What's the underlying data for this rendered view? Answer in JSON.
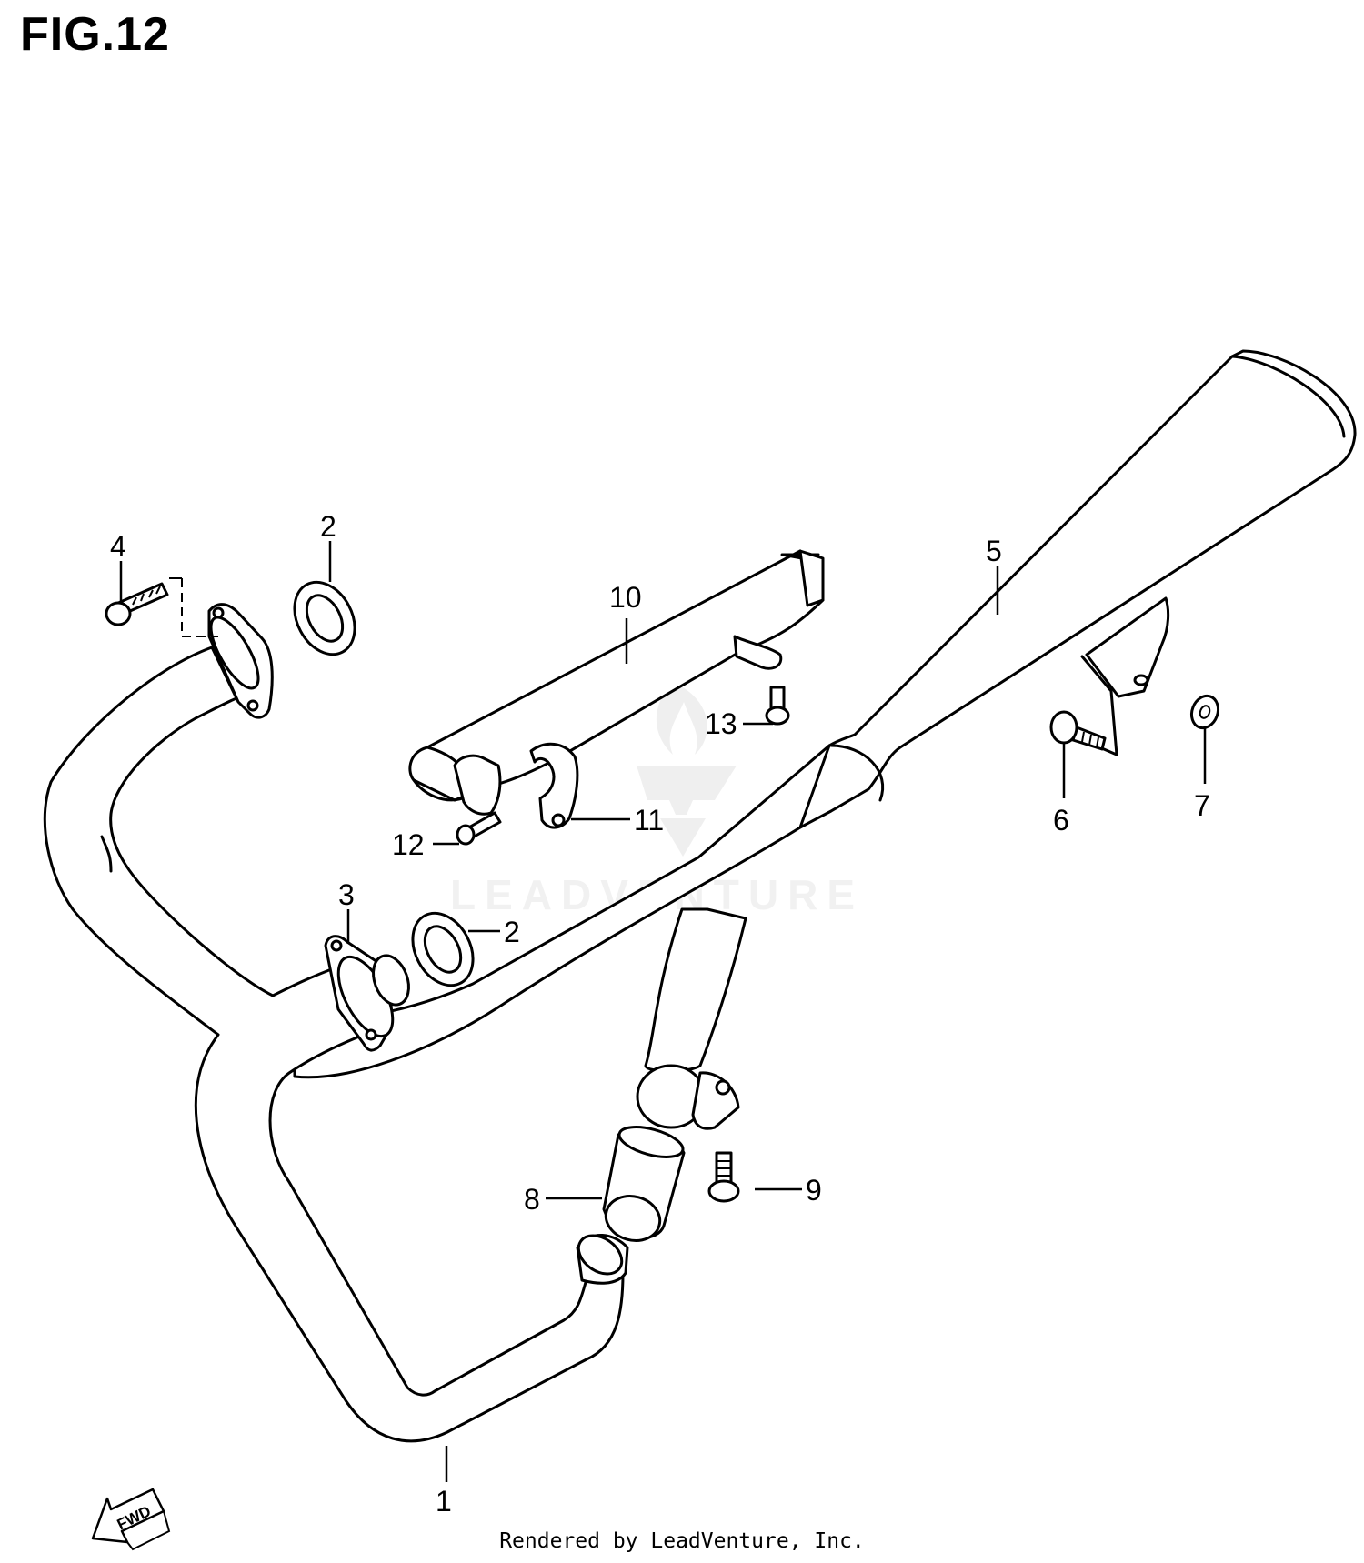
{
  "figure": {
    "title": "FIG.12"
  },
  "watermark": {
    "text": "LEADVENTURE"
  },
  "callouts": {
    "c1": "1",
    "c2a": "2",
    "c2b": "2",
    "c3": "3",
    "c4": "4",
    "c5": "5",
    "c6": "6",
    "c7": "7",
    "c8": "8",
    "c9": "9",
    "c10": "10",
    "c11": "11",
    "c12": "12",
    "c13": "13"
  },
  "fwd": {
    "label": "FWD"
  },
  "footer": {
    "text": "Rendered by LeadVenture, Inc."
  }
}
